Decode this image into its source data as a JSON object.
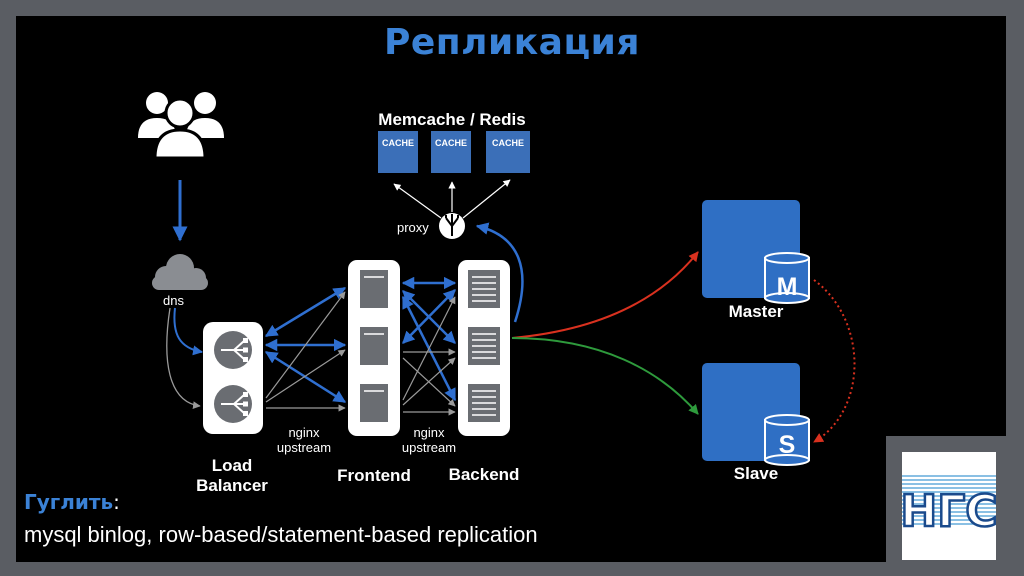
{
  "title": "Репликация",
  "labels": {
    "memcache": "Memcache / Redis",
    "cache1": "CACHE",
    "cache2": "CACHE",
    "cache3": "CACHE",
    "proxy": "proxy",
    "dns": "dns",
    "load_balancer_1": "Load",
    "load_balancer_2": "Balancer",
    "frontend": "Frontend",
    "backend": "Backend",
    "nginx_left_1": "nginx",
    "nginx_left_2": "upstream",
    "nginx_right_1": "nginx",
    "nginx_right_2": "upstream",
    "master": "Master",
    "master_badge": "M",
    "slave": "Slave",
    "slave_badge": "S"
  },
  "bottom": {
    "heading": "Гуглить",
    "colon": ":",
    "body": "mysql binlog, row-based/statement-based replication"
  },
  "logo": {
    "text": "НГС"
  },
  "colors": {
    "accent": "#3b82d6",
    "red": "#d9311f",
    "green": "#2e9a3c",
    "db": "#2f6fc4"
  }
}
